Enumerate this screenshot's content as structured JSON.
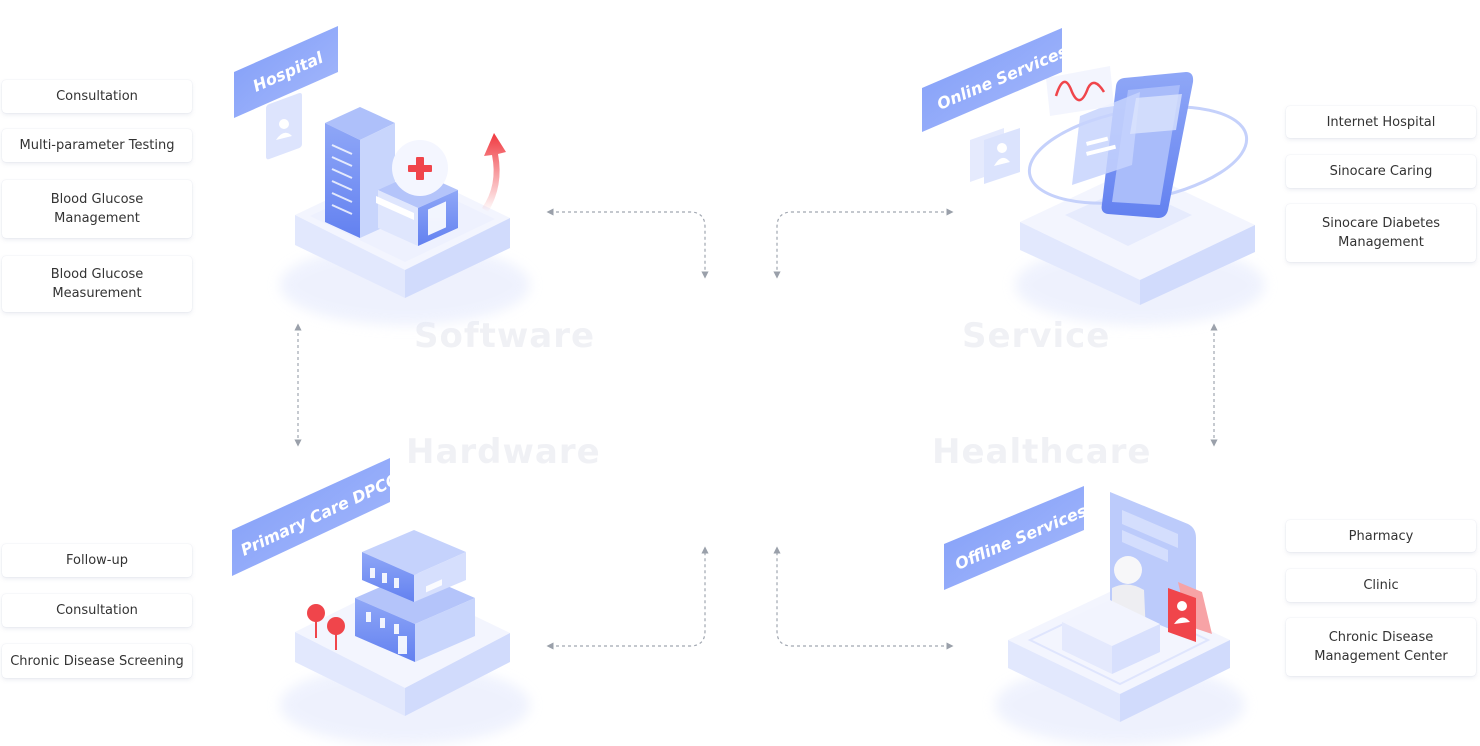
{
  "left_top_items": [
    "Consultation",
    "Multi-parameter Testing",
    "Blood Glucose Management",
    "Blood Glucose Measurement"
  ],
  "left_bottom_items": [
    "Follow-up",
    "Consultation",
    "Chronic Disease Screening"
  ],
  "right_top_items": [
    "Internet Hospital",
    "Sinocare Caring",
    "Sinocare Diabetes Management"
  ],
  "right_bottom_items": [
    "Pharmacy",
    "Clinic",
    "Chronic Disease Management Center"
  ],
  "quadrants": {
    "software": "Software",
    "service": "Service",
    "hardware": "Hardware",
    "healthcare": "Healthcare"
  },
  "nodes": {
    "hospital": "Hospital",
    "online": "Online Services",
    "primary": "Primary Care DPCC",
    "offline": "Offline Services"
  },
  "colors": {
    "accent": "#6f8ff5",
    "platform": "#e8ecfd",
    "red": "#f0454b",
    "arrow": "#9aa0aa"
  }
}
